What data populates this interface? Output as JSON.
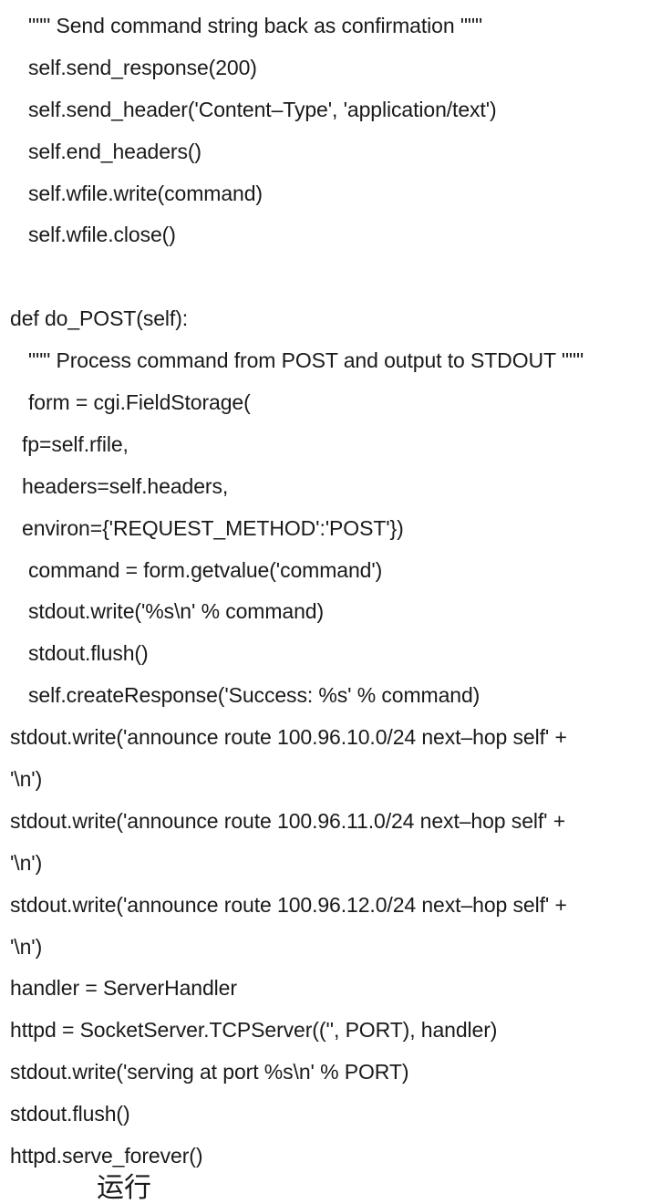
{
  "code_lines": [
    {
      "text": "\"\"\" Send command string back as confirmation \"\"\"",
      "indent": 2
    },
    {
      "text": "self.send_response(200)",
      "indent": 2
    },
    {
      "text": "self.send_header('Content–Type', 'application/text')",
      "indent": 2
    },
    {
      "text": "self.end_headers()",
      "indent": 2
    },
    {
      "text": "self.wfile.write(command)",
      "indent": 2
    },
    {
      "text": "self.wfile.close()",
      "indent": 2
    },
    {
      "text": "",
      "indent": 0
    },
    {
      "text": "def do_POST(self):",
      "indent": 0
    },
    {
      "text": "\"\"\" Process command from POST and output to STDOUT \"\"\"",
      "indent": 2
    },
    {
      "text": "form = cgi.FieldStorage(",
      "indent": 2
    },
    {
      "text": "fp=self.rfile,",
      "indent": 1
    },
    {
      "text": "headers=self.headers,",
      "indent": 1
    },
    {
      "text": "environ={'REQUEST_METHOD':'POST'})",
      "indent": 1
    },
    {
      "text": "command = form.getvalue('command')",
      "indent": 2
    },
    {
      "text": "stdout.write('%s\\n' % command)",
      "indent": 2
    },
    {
      "text": "stdout.flush()",
      "indent": 2
    },
    {
      "text": "self.createResponse('Success: %s' % command)",
      "indent": 2
    },
    {
      "text": "stdout.write('announce route 100.96.10.0/24 next–hop self' +",
      "indent": 0
    },
    {
      "text": "'\\n')",
      "indent": 0
    },
    {
      "text": "stdout.write('announce route 100.96.11.0/24 next–hop self' +",
      "indent": 0
    },
    {
      "text": "'\\n')",
      "indent": 0
    },
    {
      "text": "stdout.write('announce route 100.96.12.0/24 next–hop self' +",
      "indent": 0
    },
    {
      "text": "'\\n')",
      "indent": 0
    },
    {
      "text": "handler = ServerHandler",
      "indent": 0
    },
    {
      "text": "httpd = SocketServer.TCPServer(('', PORT), handler)",
      "indent": 0
    },
    {
      "text": "stdout.write('serving at port %s\\n' % PORT)",
      "indent": 0
    },
    {
      "text": "stdout.flush()",
      "indent": 0
    },
    {
      "text": "httpd.serve_forever()",
      "indent": 0
    }
  ],
  "cut_off_text": "运行"
}
